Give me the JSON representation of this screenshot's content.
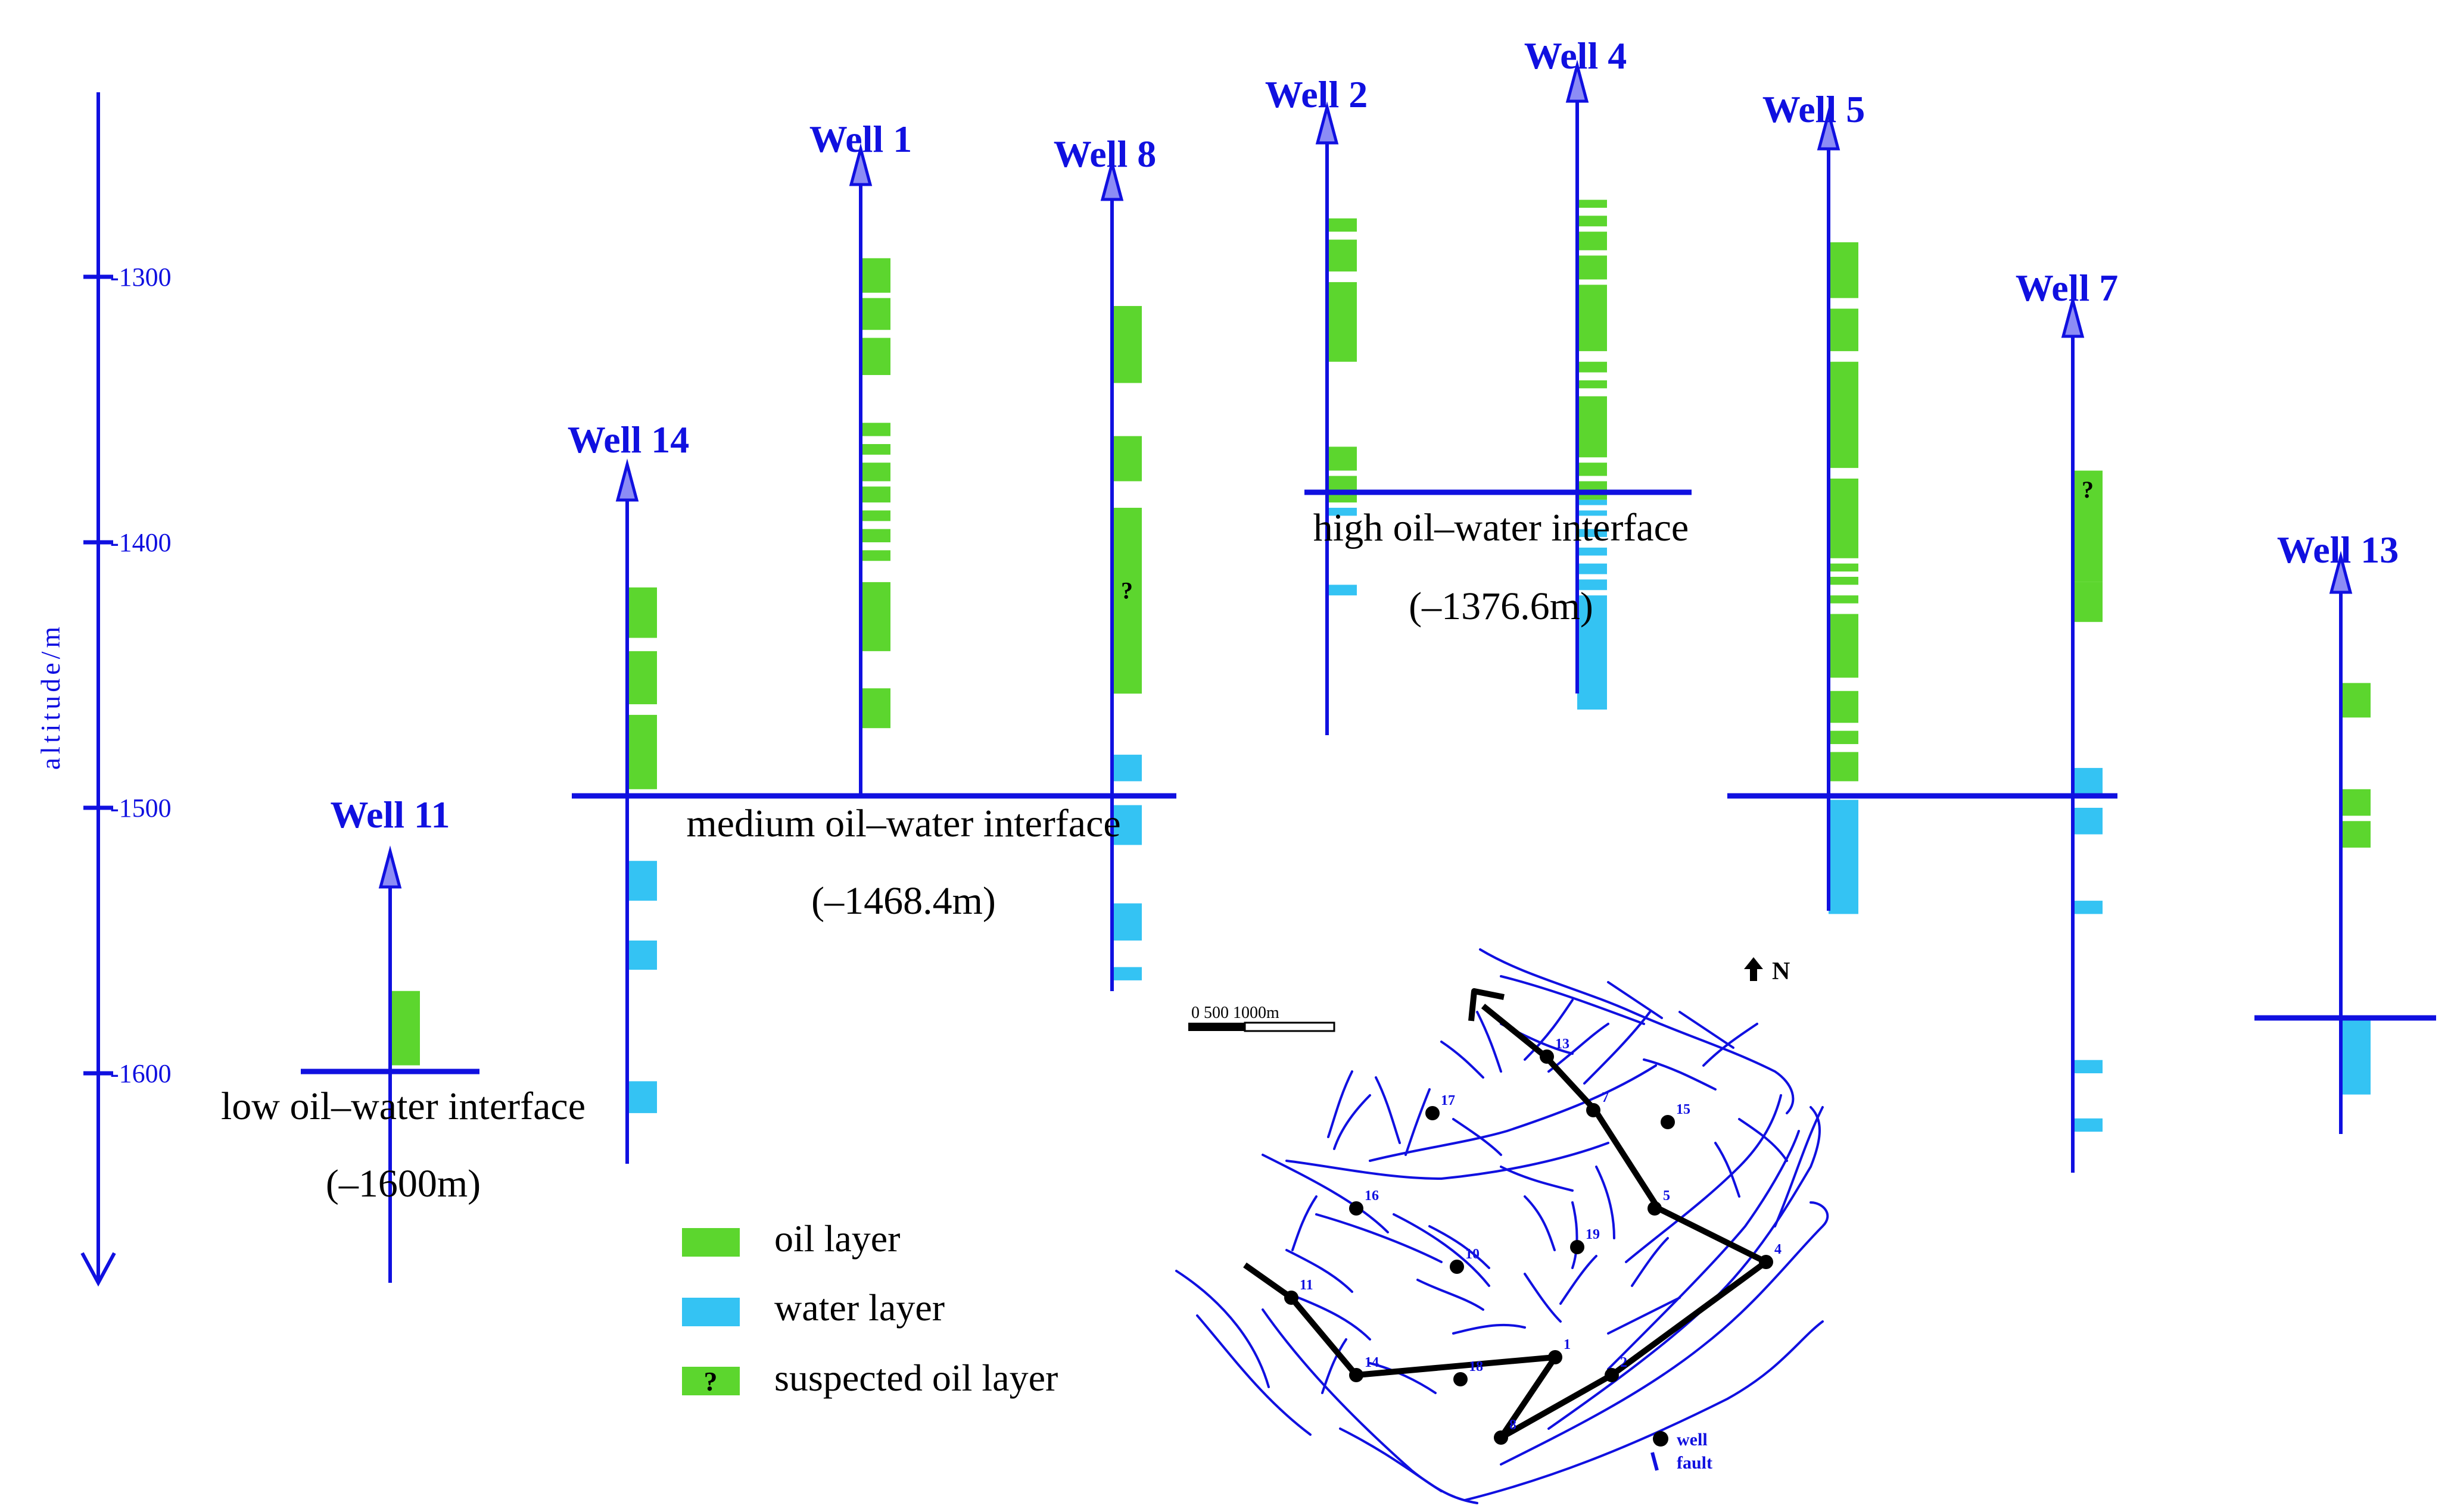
{
  "colors": {
    "blue": "#1010e0",
    "oil": "#5cd62e",
    "water": "#34c3f3",
    "black": "#000000"
  },
  "axis": {
    "label": "altitude/m",
    "ticks": [
      "-1300",
      "-1400",
      "-1500",
      "-1600"
    ]
  },
  "wells": [
    {
      "id": "well-11",
      "label": "Well 11",
      "oil": [
        [
          1569,
          1597
        ]
      ],
      "water": [],
      "suspected": [],
      "question_marks": []
    },
    {
      "id": "well-14",
      "label": "Well 14",
      "oil": [
        [
          1417,
          1436
        ],
        [
          1441,
          1461
        ],
        [
          1465,
          1493
        ]
      ],
      "water": [
        [
          1520,
          1535
        ],
        [
          1550,
          1561
        ],
        [
          1603,
          1615
        ]
      ],
      "suspected": [],
      "question_marks": []
    },
    {
      "id": "well-1",
      "label": "Well 1",
      "oil": [
        [
          1293,
          1306
        ],
        [
          1308,
          1320
        ],
        [
          1323,
          1337
        ],
        [
          1355,
          1360
        ],
        [
          1363,
          1367
        ],
        [
          1370,
          1377
        ],
        [
          1379,
          1385
        ],
        [
          1388,
          1392
        ],
        [
          1395,
          1400
        ],
        [
          1403,
          1407
        ],
        [
          1415,
          1441
        ],
        [
          1455,
          1470
        ]
      ],
      "water": [],
      "suspected": [],
      "question_marks": []
    },
    {
      "id": "well-8",
      "label": "Well 8",
      "oil": [
        [
          1311,
          1340
        ],
        [
          1360,
          1377
        ],
        [
          1387,
          1457
        ]
      ],
      "water": [
        [
          1480,
          1490
        ],
        [
          1499,
          1514
        ],
        [
          1536,
          1550
        ],
        [
          1560,
          1565
        ]
      ],
      "suspected": [],
      "question_marks": [
        {
          "label": "?",
          "altitude": 1418
        }
      ]
    },
    {
      "id": "well-2",
      "label": "Well 2",
      "oil": [
        [
          1278,
          1283
        ],
        [
          1286,
          1298
        ],
        [
          1302,
          1332
        ],
        [
          1364,
          1373
        ],
        [
          1375,
          1385
        ]
      ],
      "water": [
        [
          1387,
          1390
        ],
        [
          1416,
          1420
        ]
      ],
      "suspected": [],
      "question_marks": []
    },
    {
      "id": "well-4",
      "label": "Well 4",
      "oil": [
        [
          1271,
          1274
        ],
        [
          1277,
          1281
        ],
        [
          1283,
          1290
        ],
        [
          1292,
          1301
        ],
        [
          1303,
          1328
        ],
        [
          1332,
          1336
        ],
        [
          1339,
          1342
        ],
        [
          1345,
          1368
        ],
        [
          1370,
          1375
        ],
        [
          1377,
          1384
        ]
      ],
      "water": [
        [
          1384,
          1386
        ],
        [
          1388,
          1390
        ],
        [
          1395,
          1398
        ],
        [
          1402,
          1405
        ],
        [
          1408,
          1412
        ],
        [
          1414,
          1418
        ],
        [
          1420,
          1463
        ]
      ],
      "suspected": [],
      "question_marks": []
    },
    {
      "id": "well-5",
      "label": "Well 5",
      "oil": [
        [
          1287,
          1308
        ],
        [
          1312,
          1328
        ],
        [
          1332,
          1372
        ],
        [
          1376,
          1406
        ],
        [
          1408,
          1411
        ],
        [
          1413,
          1416
        ],
        [
          1420,
          1423
        ],
        [
          1427,
          1451
        ],
        [
          1456,
          1468
        ],
        [
          1471,
          1476
        ],
        [
          1479,
          1490
        ]
      ],
      "water": [
        [
          1497,
          1540
        ]
      ],
      "suspected": [],
      "question_marks": []
    },
    {
      "id": "well-7",
      "label": "Well 7",
      "oil": [
        [
          1415,
          1430
        ]
      ],
      "water": [
        [
          1485,
          1495
        ],
        [
          1500,
          1510
        ],
        [
          1535,
          1540
        ],
        [
          1595,
          1600
        ],
        [
          1617,
          1622
        ]
      ],
      "suspected": [
        [
          1373,
          1415
        ]
      ],
      "question_marks": [
        {
          "label": "?",
          "altitude": 1380
        }
      ]
    },
    {
      "id": "well-13",
      "label": "Well 13",
      "oil": [
        [
          1453,
          1466
        ],
        [
          1493,
          1503
        ],
        [
          1505,
          1515
        ]
      ],
      "water": [
        [
          1580,
          1608
        ]
      ],
      "suspected": [],
      "question_marks": []
    }
  ],
  "interfaces": [
    {
      "id": "high",
      "label": "high oil–water interface",
      "value": "(–1376.6m)"
    },
    {
      "id": "medium",
      "label": "medium oil–water interface",
      "value": "(–1468.4m)"
    },
    {
      "id": "low",
      "label": "low oil–water interface",
      "value": "(–1600m)"
    }
  ],
  "legend": [
    {
      "id": "oil",
      "label": "oil layer"
    },
    {
      "id": "water",
      "label": "water layer"
    },
    {
      "id": "suspected",
      "label": "suspected oil layer",
      "mark": "?"
    }
  ],
  "map": {
    "scale_label": "0  500  1000m",
    "north_label": "N",
    "legend": [
      {
        "id": "well",
        "label": "well"
      },
      {
        "id": "fault",
        "label": "fault"
      }
    ],
    "wells": [
      {
        "label": "13"
      },
      {
        "label": "17"
      },
      {
        "label": "7"
      },
      {
        "label": "15"
      },
      {
        "label": "16"
      },
      {
        "label": "5"
      },
      {
        "label": "10"
      },
      {
        "label": "19"
      },
      {
        "label": "4"
      },
      {
        "label": "11"
      },
      {
        "label": "14"
      },
      {
        "label": "18"
      },
      {
        "label": "1"
      },
      {
        "label": "2"
      },
      {
        "label": "8"
      }
    ]
  }
}
